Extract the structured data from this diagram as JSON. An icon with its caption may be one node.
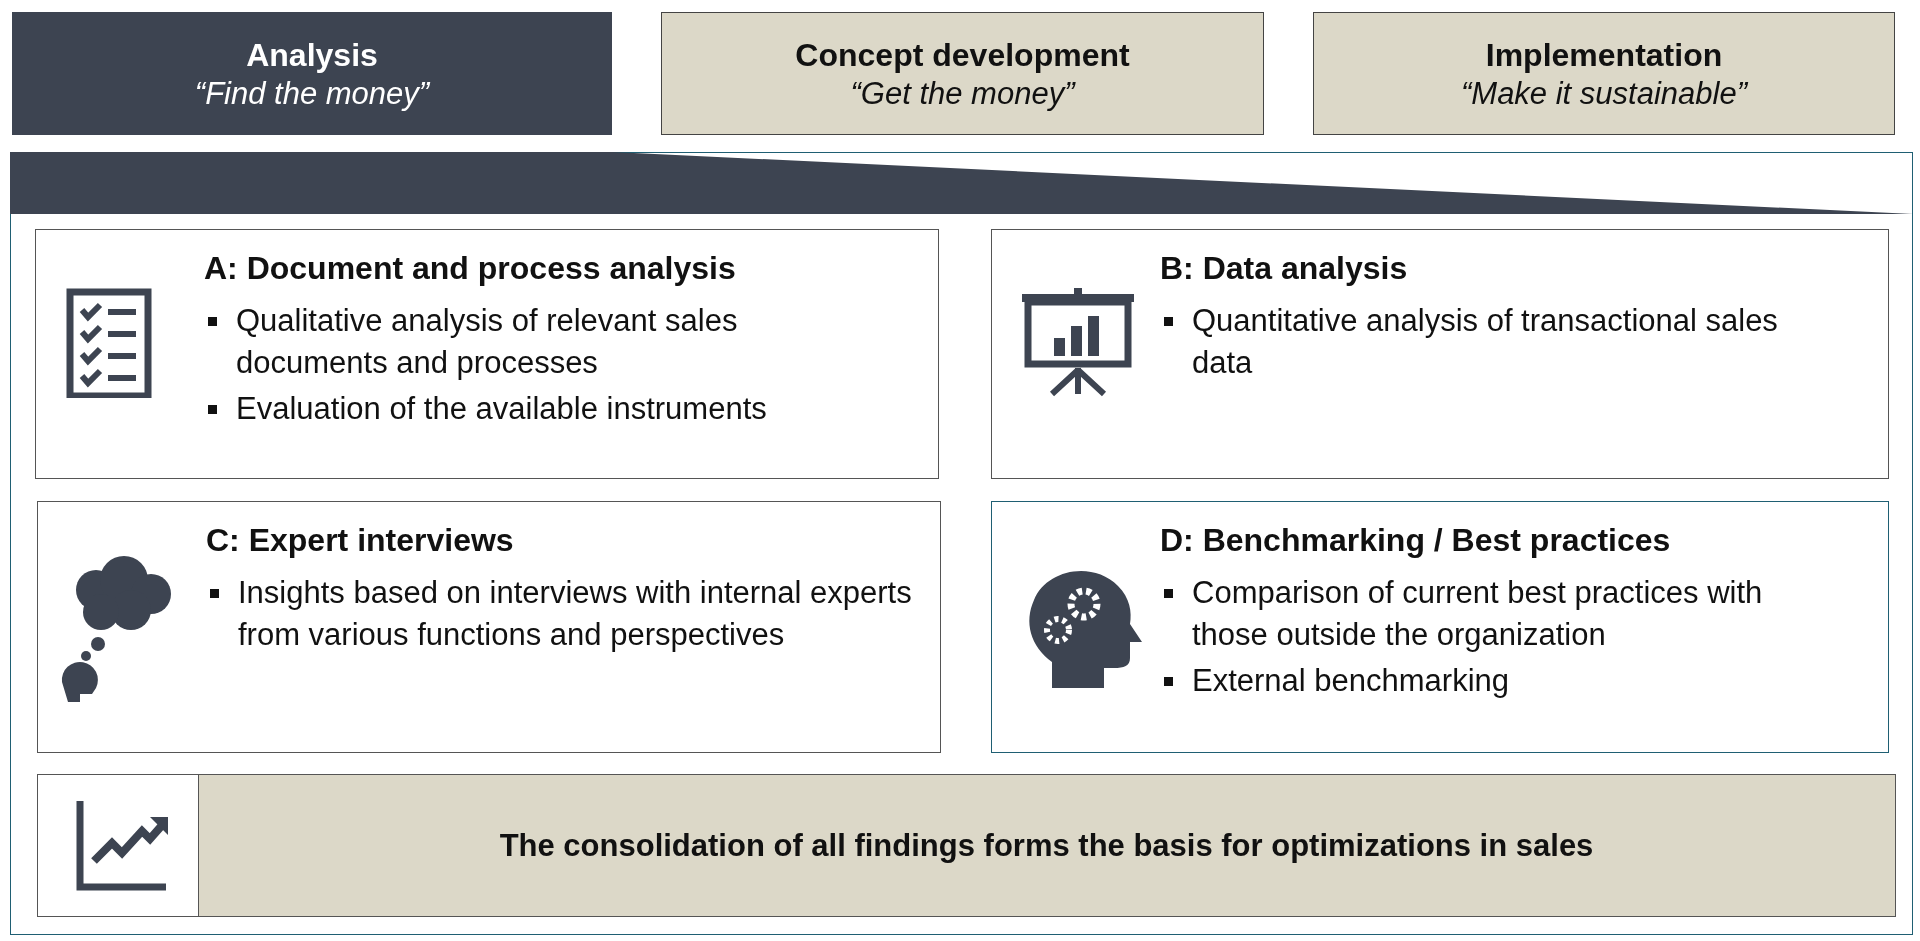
{
  "diagram": {
    "nodes": [
      {
        "text": [
          "Analysis",
          "“Find the money”"
        ]
      },
      {
        "text": [
          "Concept development",
          "“Get the money”"
        ]
      },
      {
        "text": [
          "Implementation",
          "“Make it sustainable”"
        ]
      },
      {
        "text": [],
        "shape": "box"
      },
      {
        "text": [],
        "shape": "bar",
        "in": 3
      },
      {
        "text": [
          "A: Document and process analysis",
          "Qualitative analysis of relevant sales documents and processes",
          "Evaluation of the available instruments"
        ],
        "in": 3
      },
      {
        "text": [
          "B: Data analysis",
          "Quantitative analysis of transactional sales data"
        ],
        "in": 3
      },
      {
        "text": [
          "C: Expert interviews",
          "Insights based on interviews with internal experts from various functions and perspectives"
        ],
        "in": 3
      },
      {
        "text": [
          "D: Benchmarking / Best practices",
          "Comparison of current best practices with those outside the organization",
          "External benchmarking"
        ],
        "in": 3
      },
      {
        "text": [
          "The consolidation of all findings forms the basis for optimizations in sales"
        ],
        "in": 3
      }
    ]
  }
}
